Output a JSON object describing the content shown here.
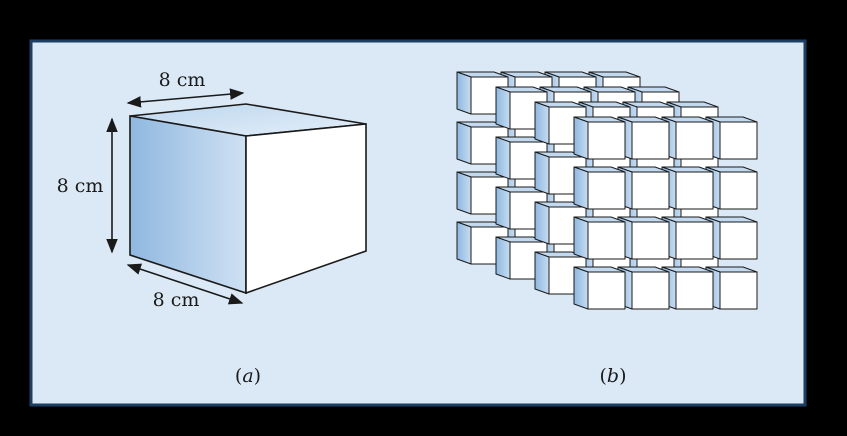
{
  "figure_a": {
    "top_dimension": "8 cm",
    "side_dimension": "8 cm",
    "bottom_dimension": "8 cm",
    "caption_open": "(",
    "caption_letter": "a",
    "caption_close": ")"
  },
  "figure_b": {
    "grid": {
      "layers": 4,
      "rows": 4,
      "columns": 4
    },
    "caption_open": "(",
    "caption_letter": "b",
    "caption_close": ")"
  },
  "colors": {
    "outer_background": "#000000",
    "panel_background": "#dbe9f6",
    "panel_border": "#1b3f63",
    "face_front": "#ffffff",
    "face_top": "#c2d9ef",
    "face_left": "#8fb8e0",
    "edge": "#1a1a1a"
  }
}
